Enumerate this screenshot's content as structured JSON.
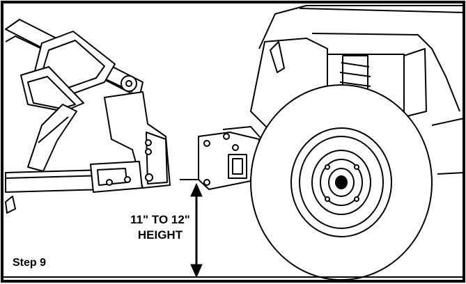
{
  "figure": {
    "dimension_label_line1": "11\" TO 12\"",
    "dimension_label_line2": "HEIGHT",
    "step_label": "Step 9",
    "colors": {
      "line": "#000000",
      "background": "#ffffff"
    },
    "icons": [
      "dimension-arrow-icon"
    ]
  }
}
